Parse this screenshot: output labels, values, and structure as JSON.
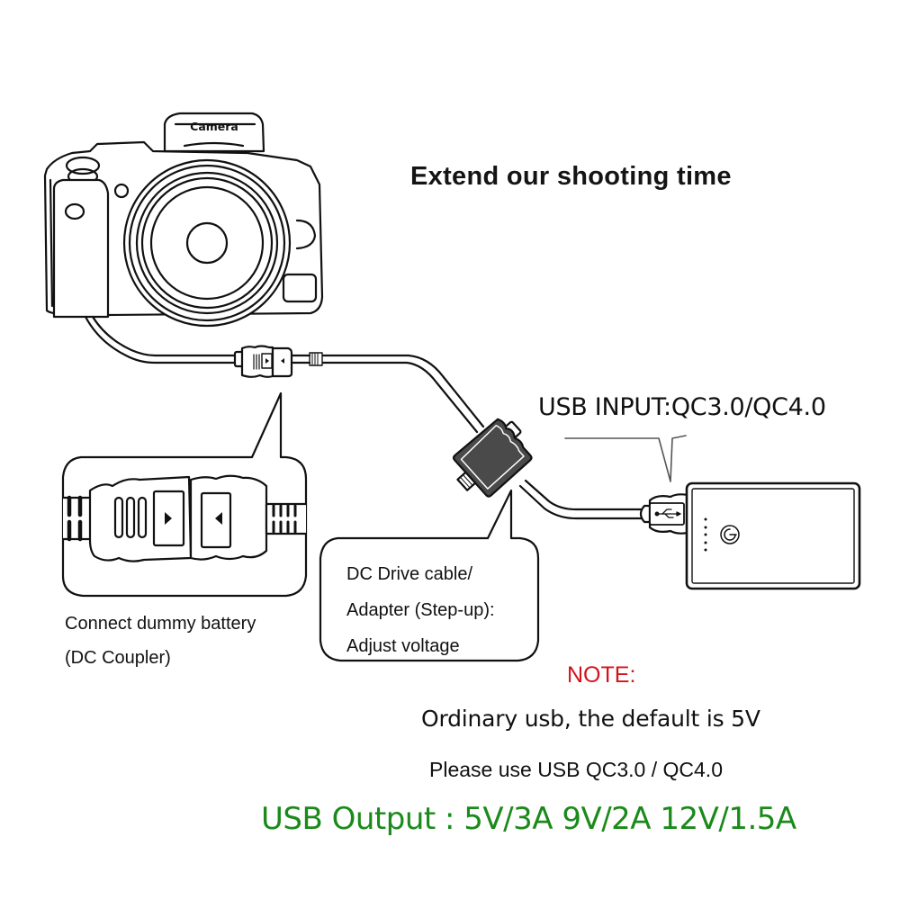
{
  "diagram": {
    "title": "Extend our shooting time",
    "camera": {
      "label": "Camera"
    },
    "usb_input_label": "USB INPUT:QC3.0/QC4.0",
    "dc_coupler": {
      "line1": "Connect dummy battery",
      "line2": "(DC Coupler)"
    },
    "adapter": {
      "line1": "DC Drive cable/",
      "line2": "Adapter (Step-up):",
      "line3": "Adjust voltage"
    },
    "note": {
      "title": "NOTE:",
      "line1": "Ordinary usb, the default is 5V",
      "line2": "Please use USB QC3.0 / QC4.0"
    },
    "usb_output": "USB Output : 5V/3A 9V/2A 12V/1.5A",
    "colors": {
      "note_red": "#d2141b",
      "output_green": "#1a8a1a",
      "adapter_fill": "#4a4a4a",
      "line": "#111111"
    },
    "icons": [
      "camera-icon",
      "dummy-battery-connector-icon",
      "step-up-adapter-icon",
      "usb-plug-icon",
      "usb-symbol-icon",
      "power-bank-icon",
      "power-icon",
      "play-arrow-icon"
    ]
  }
}
